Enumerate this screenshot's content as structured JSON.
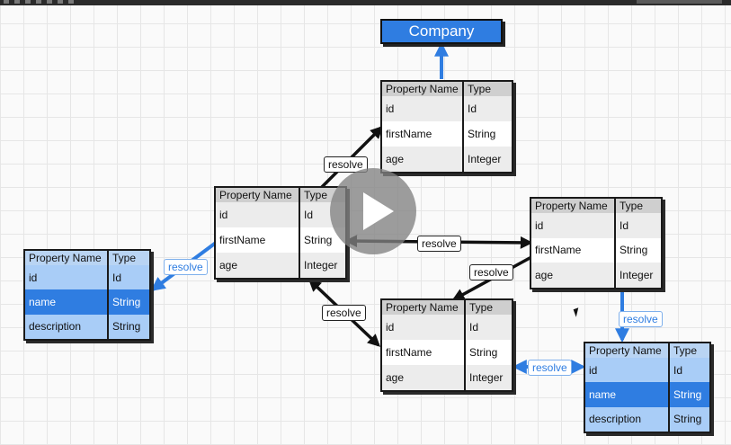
{
  "company": {
    "label": "Company"
  },
  "headers": {
    "property": "Property Name",
    "type": "Type"
  },
  "relation_label": "resolve",
  "tables": {
    "top_user": {
      "rows": [
        {
          "property": "id",
          "type": "Id"
        },
        {
          "property": "firstName",
          "type": "String"
        },
        {
          "property": "age",
          "type": "Integer"
        }
      ]
    },
    "center_user": {
      "rows": [
        {
          "property": "id",
          "type": "Id"
        },
        {
          "property": "firstName",
          "type": "String"
        },
        {
          "property": "age",
          "type": "Integer"
        }
      ]
    },
    "right_user": {
      "rows": [
        {
          "property": "id",
          "type": "Id"
        },
        {
          "property": "firstName",
          "type": "String"
        },
        {
          "property": "age",
          "type": "Integer"
        }
      ]
    },
    "bottom_user": {
      "rows": [
        {
          "property": "id",
          "type": "Id"
        },
        {
          "property": "firstName",
          "type": "String"
        },
        {
          "property": "age",
          "type": "Integer"
        }
      ]
    },
    "left_position": {
      "rows": [
        {
          "property": "id",
          "type": "Id"
        },
        {
          "property": "name",
          "type": "String"
        },
        {
          "property": "description",
          "type": "String"
        }
      ]
    },
    "right_position": {
      "rows": [
        {
          "property": "id",
          "type": "Id"
        },
        {
          "property": "name",
          "type": "String"
        },
        {
          "property": "description",
          "type": "String"
        }
      ]
    }
  },
  "colors": {
    "accent": "#2f7de1",
    "ink": "#111111",
    "header_gray": "#cfcfcf"
  },
  "icons": {
    "play": "play-icon",
    "cursor": "mouse-cursor-icon"
  }
}
